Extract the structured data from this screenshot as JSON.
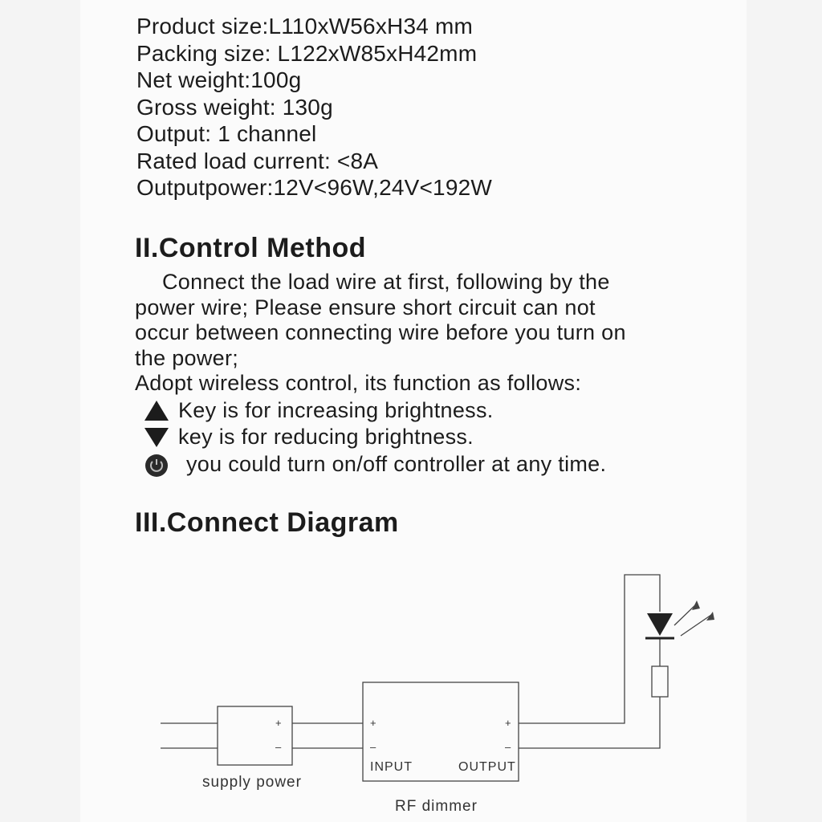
{
  "specs": [
    "Product size:L110xW56xH34 mm",
    "Packing size: L122xW85xH42mm",
    "Net weight:100g",
    "Gross weight: 130g",
    "Output: 1 channel",
    "Rated load current: <8A",
    "Outputpower:12V<96W,24V<192W"
  ],
  "control_method": {
    "heading": "II.Control Method",
    "para_lines": [
      "Connect the load wire at first, following by the",
      "power wire; Please ensure short circuit can not",
      "occur between connecting wire before you turn on",
      "the power;"
    ],
    "adopt_line": "Adopt wireless control, its function as follows:",
    "keys": [
      {
        "icon": "up-triangle-icon",
        "text": "Key is for increasing brightness."
      },
      {
        "icon": "down-triangle-icon",
        "text": "key is for reducing brightness."
      },
      {
        "icon": "power-button-icon",
        "text": "you could turn on/off controller at any time."
      }
    ]
  },
  "connect_diagram": {
    "heading": "III.Connect Diagram",
    "supply_label": "supply power",
    "dimmer_label": "RF dimmer",
    "input_label": "INPUT",
    "output_label": "OUTPUT",
    "plus": "+",
    "minus": "–"
  }
}
